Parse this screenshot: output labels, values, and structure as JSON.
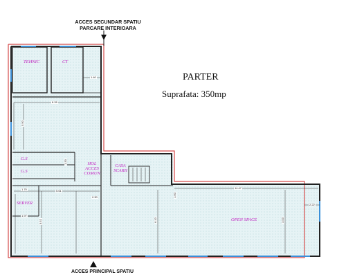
{
  "plan": {
    "title": "PARTER",
    "area": "Suprafata: 350mp",
    "top_access_line1": "ACCES SECUNDAR SPATIU",
    "top_access_line2": "PARCARE INTERIOARA",
    "bottom_access": "ACCES PRINCIPAL SPATIU"
  },
  "rooms": {
    "tehnic": "TEHNIC",
    "ct": "CT",
    "gs1": "G.S",
    "gs2": "G.S",
    "server": "SERVER",
    "hol_line1": "HOL",
    "hol_line2": "ACCES",
    "hol_line3": "COMUN",
    "casa_line1": "CASA",
    "casa_line2": "SCARII",
    "open_space": "OPEN SPACE"
  },
  "dimensions": {
    "d140": "1.40",
    "d828": "8.28",
    "d590": "5.90",
    "d130": "1.30",
    "d170": "1.70",
    "d561": "5.61",
    "d230": "2.30",
    "d1447": "14.47",
    "d222": "2.22",
    "d197": "1.97",
    "d352": "3.52",
    "d610": "6.10",
    "d353": "3.53",
    "d160": "1.60"
  },
  "colors": {
    "wall": "#222222",
    "exterior_outline": "#d44a4a",
    "floor_fill": "#d8ecef",
    "room_label": "#c020c0",
    "window": "#3a8fd8"
  }
}
